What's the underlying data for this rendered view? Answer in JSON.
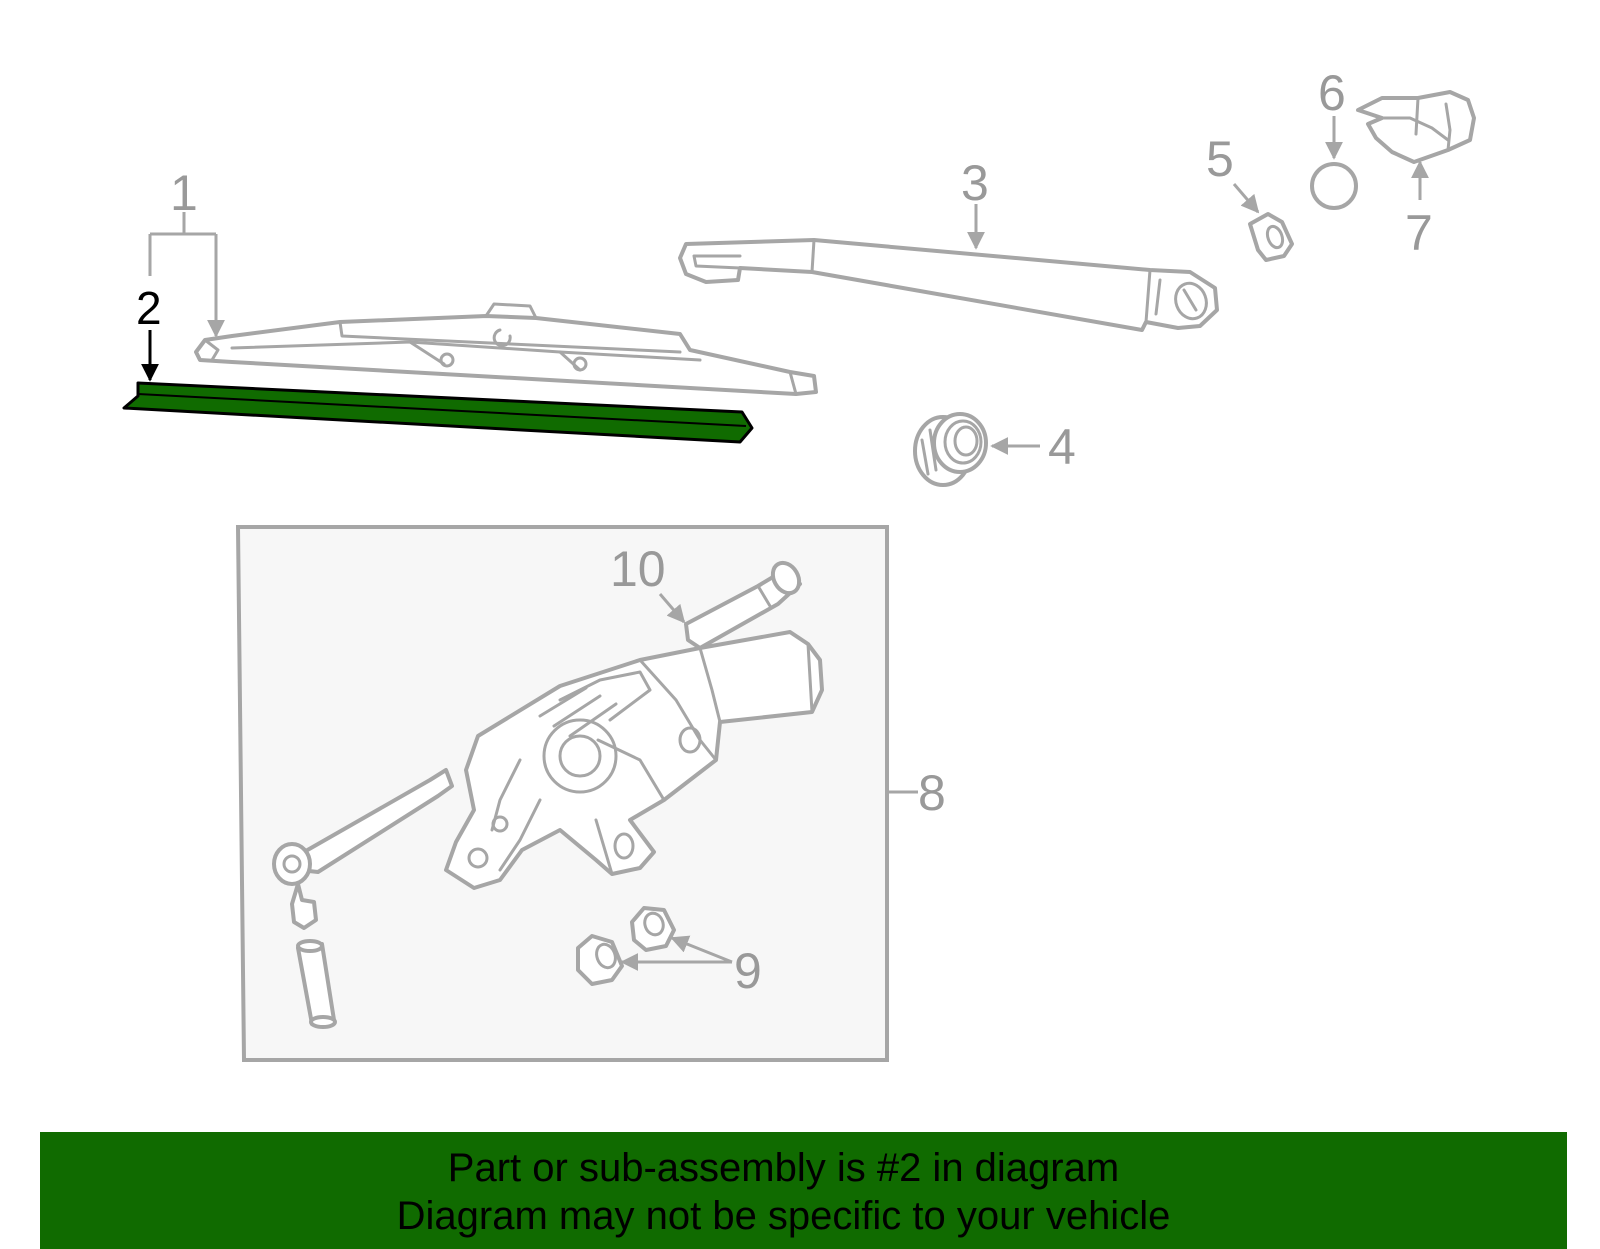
{
  "callouts": {
    "c1": "1",
    "c2": "2",
    "c3": "3",
    "c4": "4",
    "c5": "5",
    "c6": "6",
    "c7": "7",
    "c8": "8",
    "c9": "9",
    "c10": "10"
  },
  "highlight": {
    "part_number": "2",
    "color": "#106b00"
  },
  "colors": {
    "line_art": "#a6a6a6",
    "inset_background": "#f7f7f7",
    "banner": "#106b00"
  },
  "banner": {
    "line1": "Part or sub-assembly is #2 in diagram",
    "line2": "Diagram may not be specific to your vehicle"
  }
}
